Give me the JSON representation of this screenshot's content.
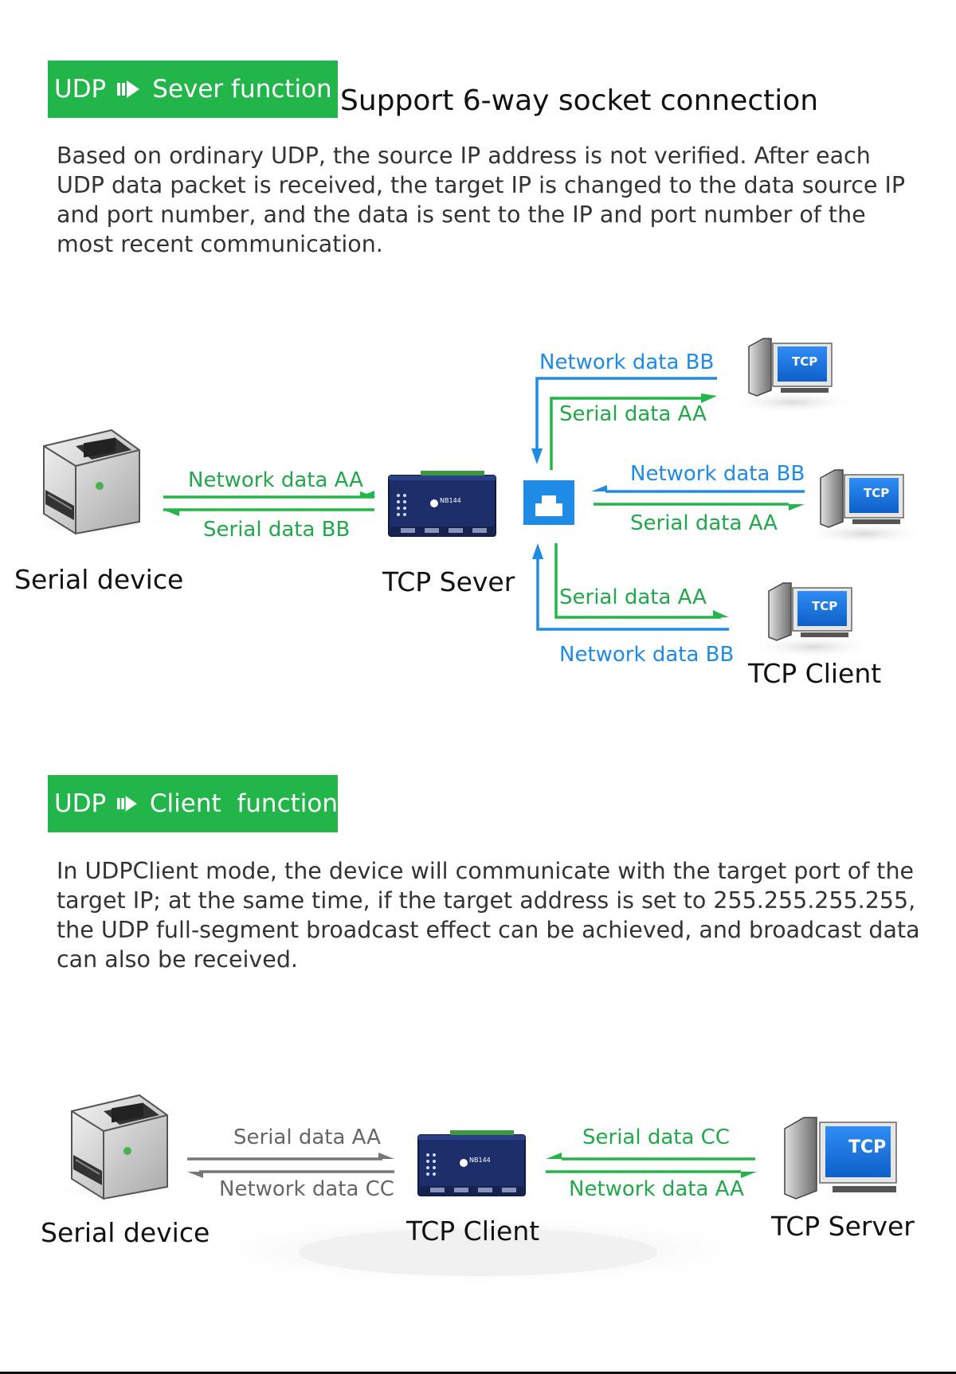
{
  "section1": {
    "badge_left": "UDP",
    "badge_right": "Sever function",
    "heading": "Support 6-way socket connection",
    "paragraph": "Based on ordinary UDP, the source IP address is not verified. After each UDP data packet is received, the target IP is changed to the data source IP and port number, and the data is sent to the IP and port number of the most recent communication."
  },
  "diagram1": {
    "left_top_label": "Network data AA",
    "left_bottom_label": "Serial data BB",
    "serial_device_caption": "Serial device",
    "server_caption": "TCP Sever",
    "device_model": "NB144",
    "top_blue": "Network data BB",
    "top_green": "Serial data AA",
    "mid_blue": "Network data BB",
    "mid_green": "Serial data AA",
    "bot_green": "Serial data AA",
    "bot_blue": "Network data BB",
    "client_caption": "TCP Client",
    "monitor_label": "TCP"
  },
  "section2": {
    "badge_left": "UDP",
    "badge_right": "Client  function",
    "paragraph": "In UDPClient mode, the device will communicate with the target port of the target IP; at the same time, if the target address is set to 255.255.255.255, the UDP full-segment broadcast effect can be achieved, and broadcast data can also be received."
  },
  "diagram2": {
    "left_top_label": "Serial data AA",
    "left_bottom_label": "Network data CC",
    "right_top_label": "Serial data CC",
    "right_bottom_label": "Network data AA",
    "serial_device_caption": "Serial device",
    "client_caption": "TCP Client",
    "server_caption": "TCP Server",
    "device_model": "NB144",
    "monitor_label": "TCP"
  },
  "colors": {
    "green": "#22b64a",
    "blue": "#1e8be6",
    "gray": "#777777"
  }
}
